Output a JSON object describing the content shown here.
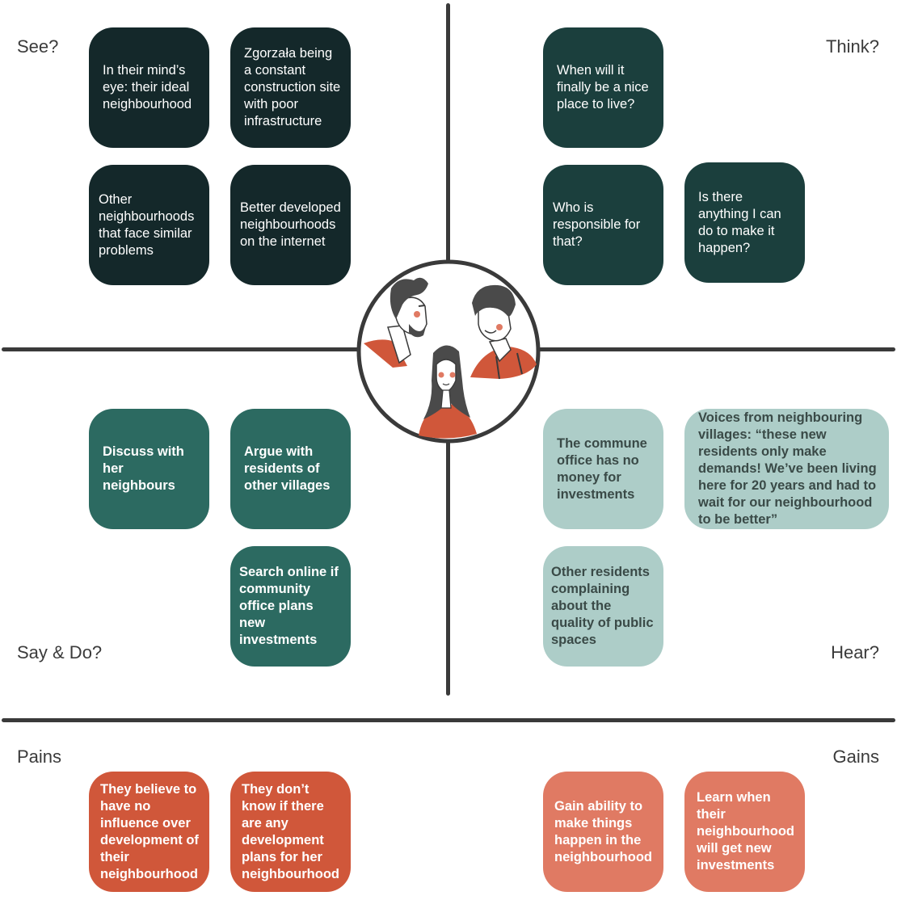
{
  "labels": {
    "see": "See?",
    "think": "Think?",
    "say_do": "Say & Do?",
    "hear": "Hear?",
    "pains": "Pains",
    "gains": "Gains"
  },
  "see": [
    "In their mind’s eye: their ideal neighbourhood",
    "Zgorzała being a constant construction site with poor infrastructure",
    "Other neighbourhoods that face similar problems",
    "Better developed neighbourhoods on the internet"
  ],
  "think": [
    "When will it finally be a nice place to live?",
    "Who is responsible for that?",
    "Is there anything I can do to make it happen?"
  ],
  "say_do": [
    "Discuss with her neighbours",
    "Argue with residents of other villages",
    "Search online if community office plans new investments"
  ],
  "hear": [
    "The commune office has no money for investments",
    "Voices from neighbouring villages: “these new residents only make demands! We’ve been living here for 20 years and had to wait for our neighbourhood to be better”",
    "Other residents complaining about the quality of public spaces"
  ],
  "pains": [
    "They believe to have no influence over development of their neighbourhood",
    "They don’t know if there are any development plans for her neighbourhood"
  ],
  "gains": [
    "Gain ability to make things happen in the neighbourhood",
    "Learn when their neighbourhood will get new investments"
  ],
  "colors": {
    "see_card": "#14282a",
    "think_card": "#1b3f3d",
    "say_card": "#2c6a61",
    "hear_card": "#adcdc8",
    "pain_card": "#d0573a",
    "gain_card": "#e07a63",
    "accent": "#d0573a",
    "line": "#3a3a3a"
  },
  "icons": {
    "center": "persona-group-icon"
  }
}
